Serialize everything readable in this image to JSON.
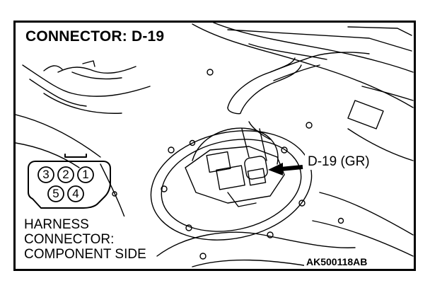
{
  "title": "CONNECTOR: D-19",
  "callout_label": "D-19 (GR)",
  "harness_caption": {
    "line1": "HARNESS",
    "line2": "CONNECTOR:",
    "line3": "COMPONENT SIDE"
  },
  "connector_pins": {
    "top_row": [
      "3",
      "2",
      "1"
    ],
    "bottom_row": [
      "5",
      "4"
    ]
  },
  "figure_code": "AK500118AB",
  "colors": {
    "line": "#000000",
    "background": "#ffffff"
  }
}
